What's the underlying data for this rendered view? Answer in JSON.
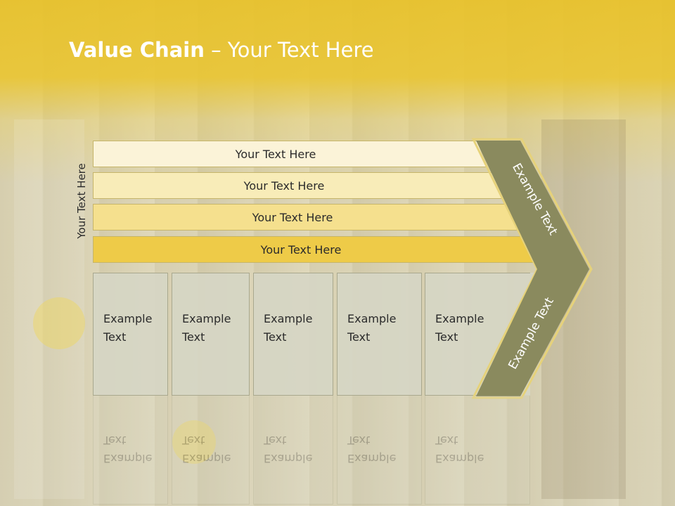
{
  "title": {
    "bold": "Value Chain",
    "rest": " – Your Text Here"
  },
  "side_label": "Your Text Here",
  "rows": [
    {
      "label": "Your Text Here",
      "color": "#fbf3d8"
    },
    {
      "label": "Your Text Here",
      "color": "#f8ecb8"
    },
    {
      "label": "Your Text Here",
      "color": "#f5e08e"
    },
    {
      "label": "Your Text Here",
      "color": "#eecb48"
    }
  ],
  "boxes": [
    {
      "label": "Example\nText"
    },
    {
      "label": "Example\nText"
    },
    {
      "label": "Example\nText"
    },
    {
      "label": "Example\nText"
    },
    {
      "label": "Example\nText"
    }
  ],
  "chevron": {
    "upper_label": "Example Text",
    "lower_label": "Example Text",
    "color": "#8a8a5e",
    "edge_color": "#e6d27a"
  }
}
